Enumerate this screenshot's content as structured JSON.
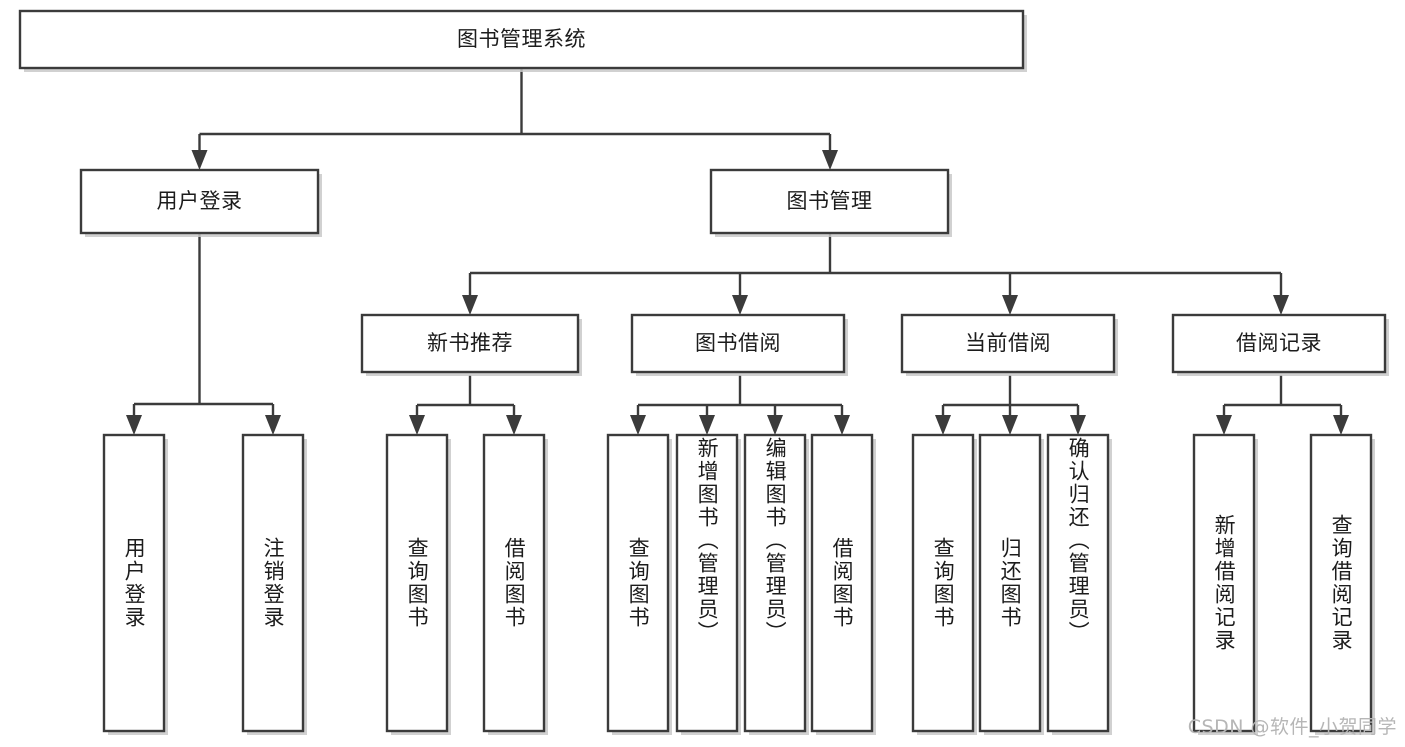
{
  "diagram": {
    "kind": "功能结构图",
    "root": {
      "id": "root",
      "label": "图书管理系统"
    },
    "level1": [
      {
        "id": "user-login",
        "label": "用户登录"
      },
      {
        "id": "book-manage",
        "label": "图书管理"
      }
    ],
    "level2": [
      {
        "id": "new-book-rec",
        "label": "新书推荐",
        "parent": "book-manage"
      },
      {
        "id": "book-borrow",
        "label": "图书借阅",
        "parent": "book-manage"
      },
      {
        "id": "current-borrow",
        "label": "当前借阅",
        "parent": "book-manage"
      },
      {
        "id": "borrow-record",
        "label": "借阅记录",
        "parent": "book-manage"
      }
    ],
    "leaves": [
      {
        "id": "leaf-user-login",
        "label": "用户登录",
        "parent": "user-login"
      },
      {
        "id": "leaf-user-logout",
        "label": "注销登录",
        "parent": "user-login"
      },
      {
        "id": "leaf-query-book-1",
        "label": "查询图书",
        "parent": "new-book-rec"
      },
      {
        "id": "leaf-borrow-book-1",
        "label": "借阅图书",
        "parent": "new-book-rec"
      },
      {
        "id": "leaf-query-book-2",
        "label": "查询图书",
        "parent": "book-borrow"
      },
      {
        "id": "leaf-add-book",
        "label": "新增图书（管理员）",
        "parent": "book-borrow"
      },
      {
        "id": "leaf-edit-book",
        "label": "编辑图书（管理员）",
        "parent": "book-borrow"
      },
      {
        "id": "leaf-borrow-book-2",
        "label": "借阅图书",
        "parent": "book-borrow"
      },
      {
        "id": "leaf-query-book-3",
        "label": "查询图书",
        "parent": "current-borrow"
      },
      {
        "id": "leaf-return-book",
        "label": "归还图书",
        "parent": "current-borrow"
      },
      {
        "id": "leaf-confirm-return",
        "label": "确认归还（管理员）",
        "parent": "current-borrow"
      },
      {
        "id": "leaf-add-record",
        "label": "新增借阅记录",
        "parent": "borrow-record"
      },
      {
        "id": "leaf-query-record",
        "label": "查询借阅记录",
        "parent": "borrow-record"
      }
    ],
    "watermark": "CSDN @软件_小贺同学",
    "colors": {
      "stroke": "#3b3b3b",
      "box_fill": "#ffffff",
      "text": "#1c1c1c",
      "background": "#ffffff",
      "watermark": "#b6b6b6"
    }
  }
}
